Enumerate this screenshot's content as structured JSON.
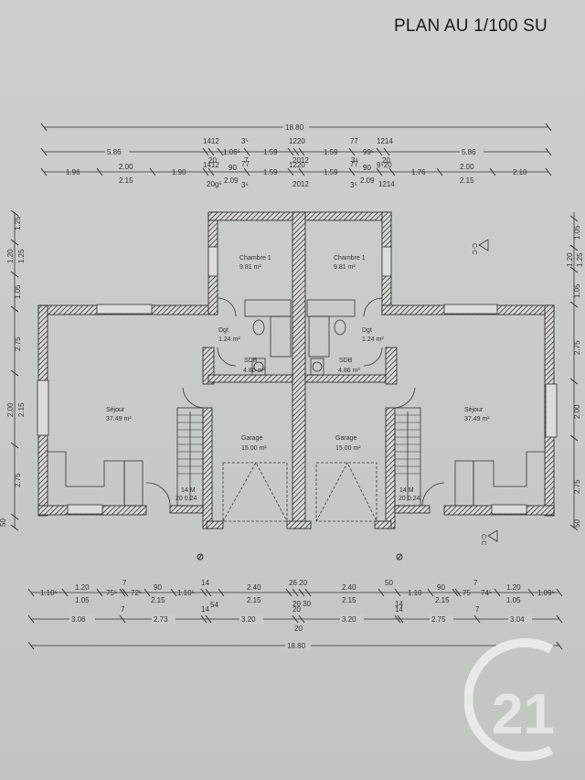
{
  "header": {
    "title": "PLAN AU 1/100 SU"
  },
  "plan": {
    "total_width": "18.80",
    "top_dims_row1": [
      "5.86",
      "1412",
      "3⁵",
      "1.06⁵",
      "1.59",
      "1220",
      "1.59",
      "77",
      "99⁵",
      "1214",
      "5.86",
      "20",
      "7",
      "2012",
      "3⁵",
      "20"
    ],
    "top_dims_row2": [
      "1.96",
      "2.00",
      "2.15",
      "1.90",
      "1412",
      "20g⁵",
      "90",
      "2.09",
      "77",
      "3⁵",
      "1.59",
      "1220",
      "2012",
      "1.59",
      "77",
      "3⁵",
      "90",
      "2.09",
      "9⁵20",
      "1214",
      "1.76",
      "2.00",
      "2.15",
      "2.10"
    ],
    "rooms": [
      {
        "name": "Chambre 1",
        "area": "9.81 m²"
      },
      {
        "name": "Chambre 1",
        "area": "9.81 m²"
      },
      {
        "name": "Dgt",
        "area": "1.24 m²"
      },
      {
        "name": "Dgt",
        "area": "1.24 m²"
      },
      {
        "name": "SDB",
        "area": "4.86 m²"
      },
      {
        "name": "SDB",
        "area": "4.86 m²"
      },
      {
        "name": "Séjour",
        "area": "37.49 m²"
      },
      {
        "name": "Séjour",
        "area": "37.49 m²"
      },
      {
        "name": "Garage",
        "area": "15.00 m²"
      },
      {
        "name": "Garage",
        "area": "15.00 m²"
      }
    ],
    "stairs": [
      {
        "label1": "14 M",
        "label2": "20 0.24"
      },
      {
        "label1": "14 M",
        "label2": "20 0.24"
      }
    ],
    "section_marks": [
      "C-C",
      "C-C"
    ],
    "left_dims": [
      "1.25",
      "1.20",
      "1.25",
      "1.05",
      "2.75",
      "2.00",
      "2.15",
      "2.75",
      "50"
    ],
    "right_dims": [
      "1.05",
      "1.20",
      "1.25",
      "1.05",
      "2.75",
      "2.00",
      "2.75",
      "50"
    ],
    "bottom_dims_row1": [
      "1.10⁵",
      "1.20",
      "1.05",
      "75⁵",
      "7",
      "72⁵",
      "90",
      "2.15",
      "1.10⁵",
      "14",
      "54",
      "2.40",
      "2.15",
      "26 20",
      "20 30",
      "2.40",
      "2.15",
      "50",
      "14",
      "1.10",
      "90",
      "2.15",
      "75",
      "7",
      "74⁵",
      "1.20",
      "1.05",
      "1.09⁵"
    ],
    "bottom_dims_row2": [
      "3.06",
      "7",
      "2.73",
      "14",
      "3.20",
      "20",
      "20",
      "3.20",
      "14",
      "2.75",
      "7",
      "3.04"
    ],
    "bottom_total": "18.80"
  },
  "logo": {
    "text": "21",
    "brand": "Century 21 watermark"
  }
}
